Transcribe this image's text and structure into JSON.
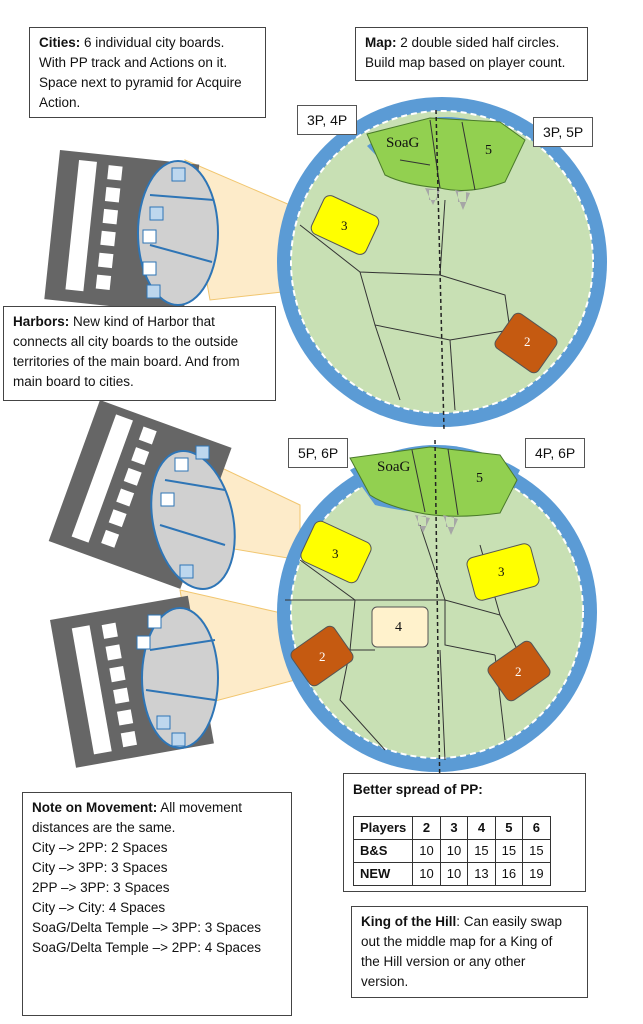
{
  "notes": {
    "cities": {
      "title": "Cities:",
      "body": " 6 individual city boards.",
      "line2": "With PP track and Actions on it.",
      "line3": "Space next to pyramid for Acquire",
      "line4": "Action."
    },
    "map": {
      "title": "Map:",
      "body": " 2 double sided half circles.",
      "line2": "Build map based on player count."
    },
    "harbors": {
      "title": "Harbors:",
      "body": " New kind of Harbor that",
      "line2": "connects all city boards to the outside",
      "line3": "territories of the main board. And from",
      "line4": "main board to cities."
    },
    "movement": {
      "title": "Note on Movement:",
      "body": " All movement",
      "line2": "distances are the same.",
      "lines": [
        "City –> 2PP: 2 Spaces",
        "City –> 3PP: 3 Spaces",
        "2PP –> 3PP: 3 Spaces",
        "City –> City: 4 Spaces",
        "SoaG/Delta Temple –> 3PP: 3 Spaces",
        "SoaG/Delta Temple –> 2PP: 4 Spaces"
      ]
    },
    "spread": {
      "title": "Better spread of PP:",
      "table": {
        "header": [
          "Players",
          "2",
          "3",
          "4",
          "5",
          "6"
        ],
        "rows": [
          [
            "B&S",
            "10",
            "10",
            "15",
            "15",
            "15"
          ],
          [
            "NEW",
            "10",
            "10",
            "13",
            "16",
            "19"
          ]
        ]
      }
    },
    "king": {
      "title": "King of the Hill",
      "body": ": Can easily swap",
      "line2": "out the middle map for a King of",
      "line3": "the Hill version or any other",
      "line4": "version."
    }
  },
  "player_tags": {
    "top_left": "3P, 4P",
    "top_right": "3P, 5P",
    "bottom_left": "5P, 6P",
    "bottom_right": "4P, 6P"
  },
  "map_labels": {
    "top": {
      "soag": "SoaG",
      "five": "5",
      "three": "3",
      "two": "2"
    },
    "bottom": {
      "soag": "SoaG",
      "five": "5",
      "three_left": "3",
      "three_right": "3",
      "four": "4",
      "two_left": "2",
      "two_right": "2"
    }
  },
  "colors": {
    "ocean": "#5b9bd5",
    "land": "#c8e0b4",
    "soag_green": "#92d050",
    "yellow_tile": "#ffff00",
    "orange_tile": "#c55a11",
    "cream_tile": "#fff2cc",
    "city_gray": "#666666",
    "harbor_fan": "#fde9c4"
  }
}
